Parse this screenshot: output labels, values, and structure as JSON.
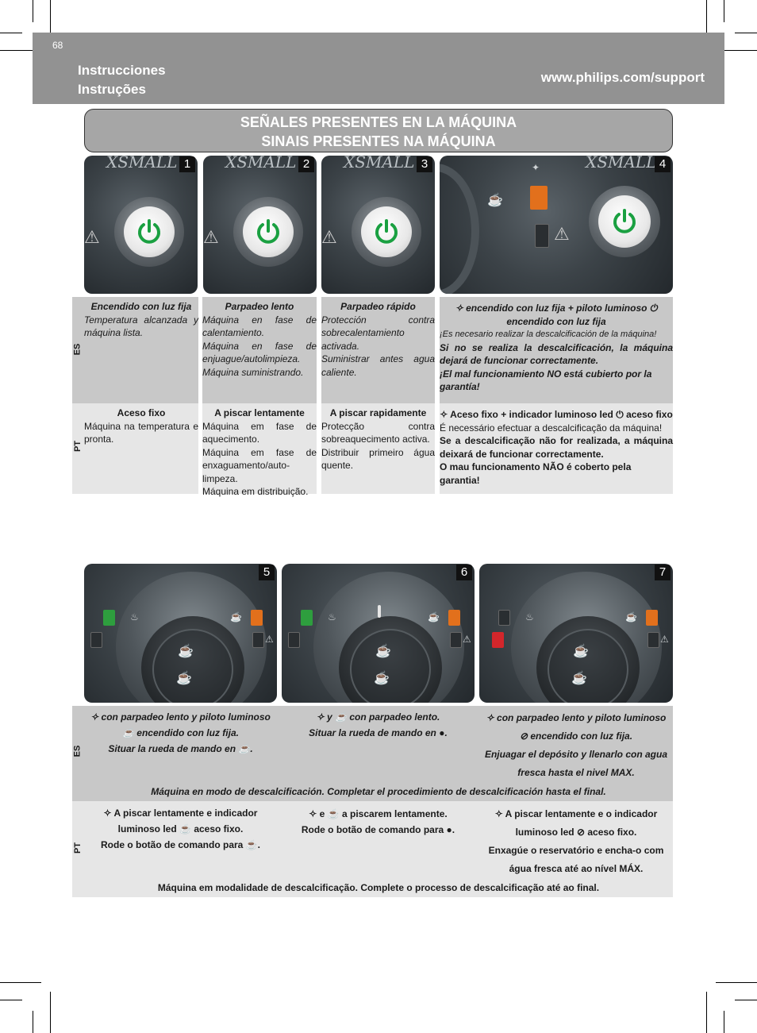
{
  "header": {
    "page_number": "68",
    "title_es": "Instrucciones",
    "title_pt": "Instruções",
    "url": "www.philips.com/support"
  },
  "banner": {
    "line_es": "SEÑALES PRESENTES EN LA MÁQUINA",
    "line_pt": "SINAIS PRESENTES NA MÁQUINA"
  },
  "photos_top": [
    "1",
    "2",
    "3",
    "4"
  ],
  "photos_bottom": [
    "5",
    "6",
    "7"
  ],
  "brand": "XSMALL",
  "lang": {
    "es": "ES",
    "pt": "PT"
  },
  "table1": {
    "es": {
      "c1": {
        "title": "Encendido con luz fija",
        "body": "Temperatura alcanzada y máquina lista."
      },
      "c2": {
        "title": "Parpadeo lento",
        "l1": "Máquina en fase de calentamiento.",
        "l2": "Máquina en fase de enjuague/autolimpieza.",
        "l3": "Máquina suministrando."
      },
      "c3": {
        "title": "Parpadeo rápido",
        "l1": "Protección contra sobrecalentamiento activada.",
        "l2": "Suministrar antes agua caliente."
      },
      "c4": {
        "title_a": "encendido con luz fija + piloto luminoso",
        "title_b": "encendido con luz fija",
        "l1": "¡Es necesario realizar la descalcificación de la máquina!",
        "l2": "Si no se realiza la descalcificación, la máquina dejará de funcionar correctamente.",
        "l3": "¡El mal funcionamiento NO está cubierto por la garantía!"
      }
    },
    "pt": {
      "c1": {
        "title": "Aceso fixo",
        "body": "Máquina na temperatura e pronta."
      },
      "c2": {
        "title": "A piscar lentamente",
        "l1": "Máquina em fase de aquecimento.",
        "l2": "Máquina em fase de enxaguamento/auto-limpeza.",
        "l3": "Máquina em distribuição."
      },
      "c3": {
        "title": "A piscar rapidamente",
        "l1": "Protecção contra sobreaquecimento activa.",
        "l2": "Distribuir primeiro água quente."
      },
      "c4": {
        "title_a": "Aceso fixo + indicador luminoso led",
        "title_b": "aceso fixo",
        "l1": "É necessário efectuar a descalcificação da máquina!",
        "l2": "Se a descalcificação não for realizada, a máquina deixará de funcionar correctamente.",
        "l3": "O mau funcionamento NÃO é coberto pela garantia!"
      }
    }
  },
  "table2": {
    "es": {
      "c1": {
        "l1": "con parpadeo lento y piloto luminoso",
        "l2": "encendido con luz fija.",
        "l3": "Situar la rueda de mando en"
      },
      "c2": {
        "l1a": "y",
        "l1b": "con parpadeo lento.",
        "l2": "Situar la rueda de mando en"
      },
      "c3": {
        "l1": "con parpadeo lento y piloto luminoso",
        "l2": "encendido con luz fija.",
        "l3": "Enjuagar el depósito y llenarlo con agua fresca hasta el nivel MAX."
      },
      "footer": "Máquina en modo de descalcificación. Completar el procedimiento de descalcificación hasta el final."
    },
    "pt": {
      "c1": {
        "l1": "A piscar lentamente e indicador luminoso led",
        "l2": "aceso fixo.",
        "l3": "Rode o botão de comando para"
      },
      "c2": {
        "l1a": "e",
        "l1b": "a piscarem lentamente.",
        "l2": "Rode o botão de comando para"
      },
      "c3": {
        "l1": "A piscar lentamente e o indicador luminoso led",
        "l2": "aceso fixo.",
        "l3": "Enxagúe o reservatório e encha-o com água fresca até ao nível MÁX."
      },
      "footer": "Máquina em modalidade de descalcificação. Complete o processo de descalcificação até ao final."
    }
  },
  "colors": {
    "header_gray": "#929292",
    "led_green": "#2e9e3e",
    "led_orange": "#e2701c",
    "led_red": "#d3262b",
    "power_green": "#1aa041"
  }
}
